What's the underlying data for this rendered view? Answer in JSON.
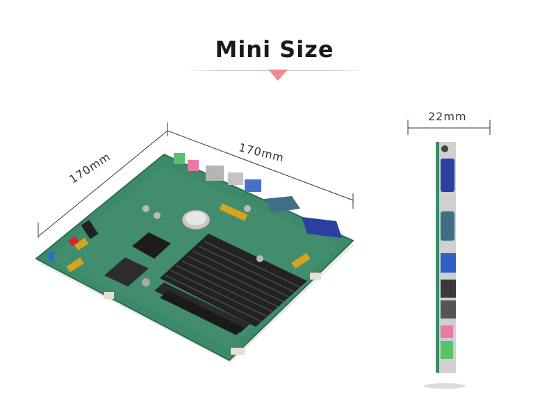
{
  "header": {
    "title": "Mini Size",
    "accent_color": "#f08a8e"
  },
  "dimensions": {
    "board_left_edge": "170mm",
    "board_right_edge": "170mm",
    "side_thickness": "22mm"
  },
  "images": {
    "board_photo": "motherboard-isometric",
    "side_photo": "motherboard-side-io-panel"
  },
  "colors": {
    "pcb": "#3c8a6a",
    "heatsink": "#1e1e1e",
    "vga_port": "#2a3fa0",
    "serial_port": "#3f6f86",
    "audio_green": "#5bc06a",
    "audio_pink": "#e77aa8"
  }
}
